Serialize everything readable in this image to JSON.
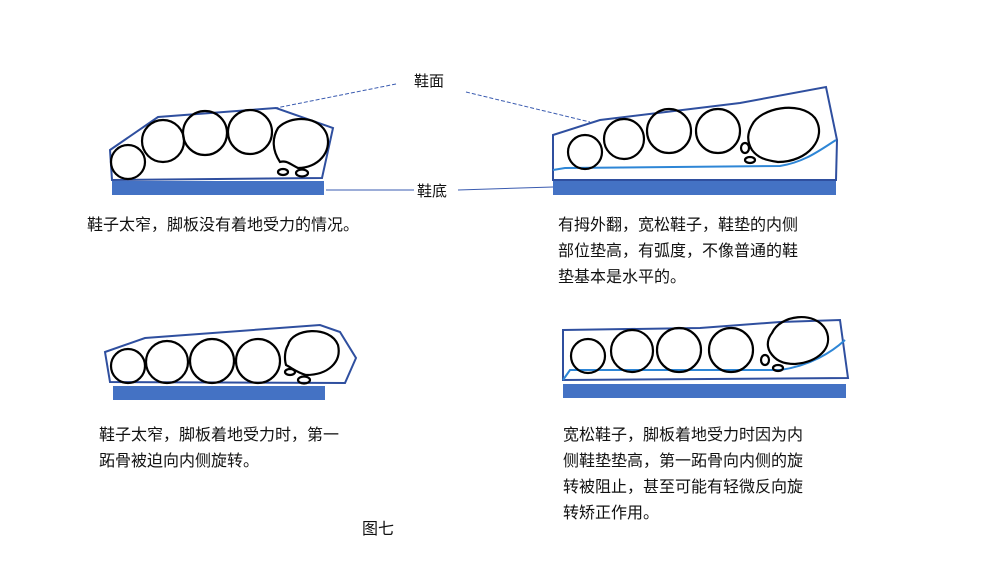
{
  "labels": {
    "upper": "鞋面",
    "sole": "鞋底"
  },
  "captions": {
    "panel1": [
      "鞋子太窄，脚板没有着地受力的情况。"
    ],
    "panel2": [
      "有拇外翻，宽松鞋子，鞋垫的内侧",
      "部位垫高，有弧度，不像普通的鞋",
      "垫基本是水平的。"
    ],
    "panel3": [
      "鞋子太窄，脚板着地受力时，第一",
      "跖骨被迫向内侧旋转。"
    ],
    "panel4": [
      "宽松鞋子，脚板着地受力时因为内",
      "侧鞋垫垫高，第一跖骨向内侧的旋",
      "转被阻止，甚至可能有轻微反向旋",
      "转矫正作用。"
    ]
  },
  "figure_label": "图七",
  "colors": {
    "sole": "#4472c4",
    "outline": "#2f4f9f",
    "insole": "#2e86d6"
  }
}
